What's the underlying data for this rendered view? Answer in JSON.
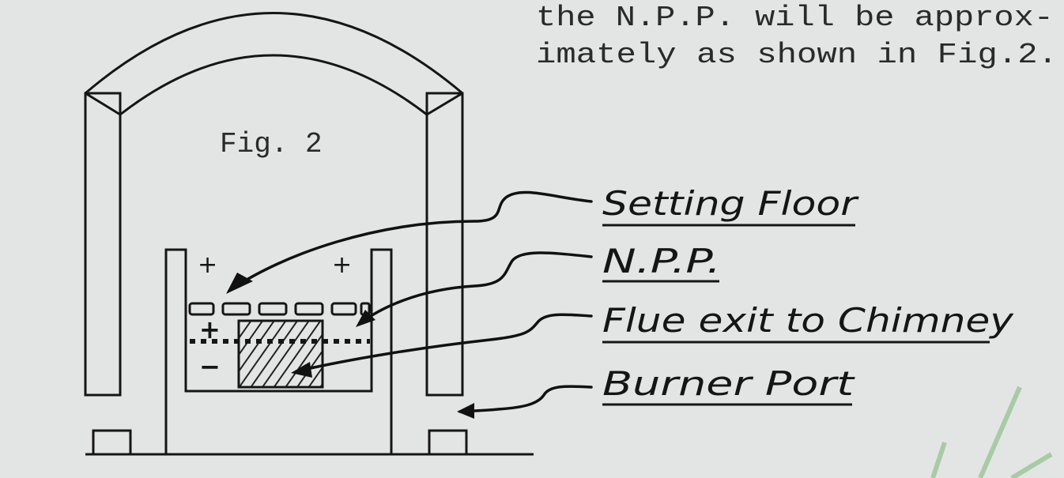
{
  "body_text": {
    "line1": "the N.P.P. will be approx-",
    "line2": "imately as shown in Fig.2."
  },
  "figure": {
    "title": "Fig. 2",
    "plus_sign": "+",
    "minus_sign": "−",
    "labels": {
      "setting_floor": "Setting Floor",
      "npp": "N.P.P.",
      "flue_exit": "Flue exit to Chimney",
      "burner_port": "Burner Port"
    }
  }
}
